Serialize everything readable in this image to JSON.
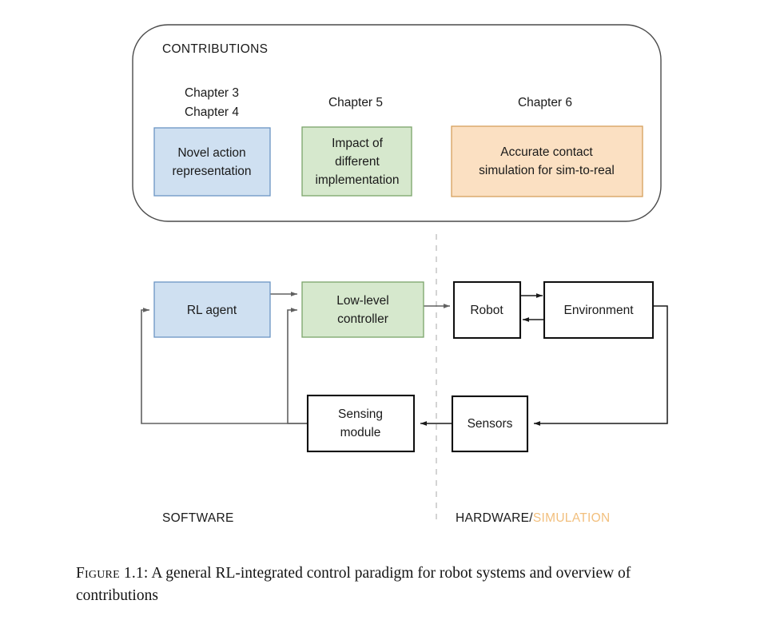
{
  "figure": {
    "caption_label": "Figure 1.1:",
    "caption_text": "A general RL-integrated control paradigm for robot systems and overview of contributions"
  },
  "contributions_panel": {
    "title": "CONTRIBUTIONS",
    "items": [
      {
        "chapter_line1": "Chapter 3",
        "chapter_line2": "Chapter 4",
        "box_line1": "Novel action",
        "box_line2": "representation",
        "box_line3": "",
        "fill": "#cfe0f1",
        "stroke": "#6b95c4"
      },
      {
        "chapter_line1": "Chapter 5",
        "chapter_line2": "",
        "box_line1": "Impact of",
        "box_line2": "different",
        "box_line3": "implementation",
        "fill": "#d6e8cd",
        "stroke": "#7ba36a"
      },
      {
        "chapter_line1": "Chapter 6",
        "chapter_line2": "",
        "box_line1": "Accurate contact",
        "box_line2": "simulation for sim-to-real",
        "box_line3": "",
        "fill": "#fbe0c2",
        "stroke": "#d6a05c"
      }
    ]
  },
  "block_diagram": {
    "nodes": {
      "rl_agent": "RL agent",
      "low_level_controller_line1": "Low-level",
      "low_level_controller_line2": "controller",
      "robot": "Robot",
      "environment": "Environment",
      "sensing_module_line1": "Sensing",
      "sensing_module_line2": "module",
      "sensors": "Sensors"
    },
    "zones": {
      "software": "SOFTWARE",
      "hardware": "HARDWARE/",
      "simulation": "SIMULATION",
      "simulation_color": "#f2bf7d"
    }
  },
  "colors": {
    "blue_fill": "#cfe0f1",
    "blue_stroke": "#6b95c4",
    "green_fill": "#d6e8cd",
    "green_stroke": "#7ba36a",
    "orange_fill": "#fbe0c2",
    "orange_stroke": "#d6a05c",
    "black_stroke": "#111111",
    "arrow_gray": "#606060",
    "divider_gray": "#b8b8b8"
  }
}
